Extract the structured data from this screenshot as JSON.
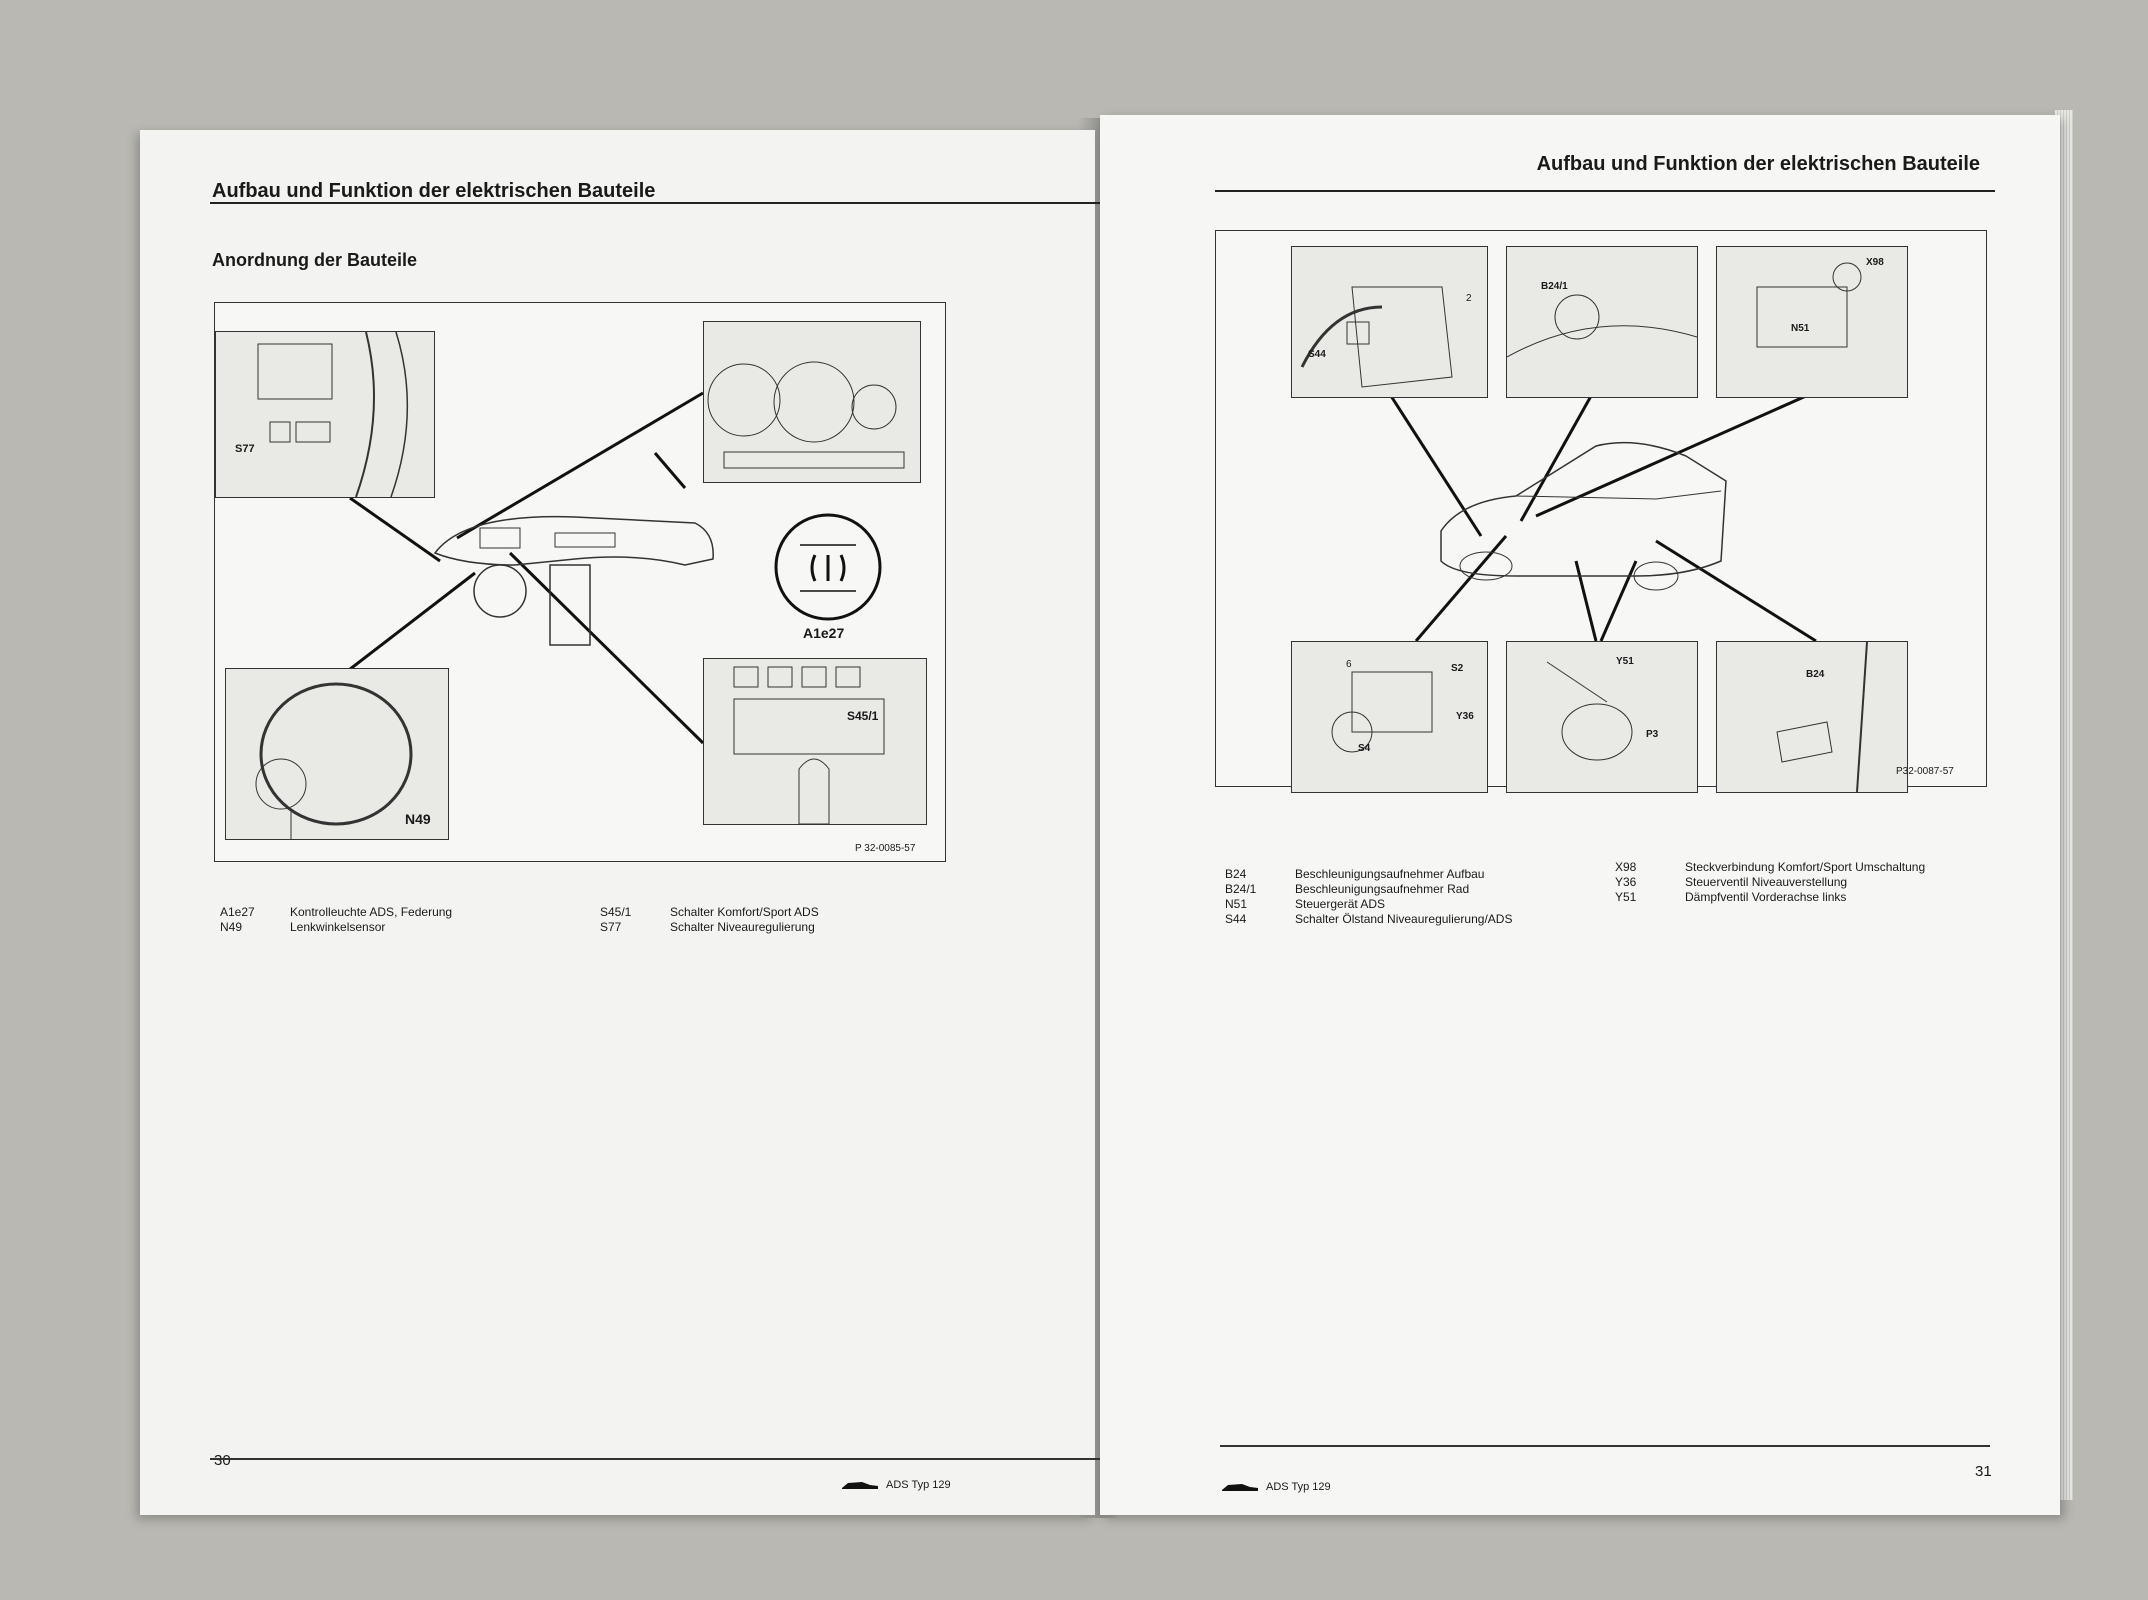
{
  "left_page": {
    "header_title": "Aufbau und Funktion der elektrischen Bauteile",
    "section_title": "Anordnung der Bauteile",
    "figure": {
      "callouts": [
        "S77",
        "A1e27",
        "S45/1",
        "N49"
      ],
      "figure_id": "P 32-0085-57"
    },
    "legend": [
      {
        "code": "A1e27",
        "desc": "Kontrolleuchte ADS, Federung"
      },
      {
        "code": "N49",
        "desc": "Lenkwinkelsensor"
      },
      {
        "code": "S45/1",
        "desc": "Schalter Komfort/Sport ADS"
      },
      {
        "code": "S77",
        "desc": "Schalter Niveauregulierung"
      }
    ],
    "page_number": "30",
    "footer_text": "ADS Typ 129"
  },
  "right_page": {
    "header_title": "Aufbau und Funktion der elektrischen Bauteile",
    "figure": {
      "callouts": [
        "S44",
        "2",
        "B24/1",
        "X98",
        "N51",
        "6",
        "S2",
        "Y36",
        "S4",
        "Y51",
        "P3",
        "B24"
      ],
      "figure_id": "P32-0087-57"
    },
    "legend": [
      {
        "code": "B24",
        "desc": "Beschleunigungsaufnehmer Aufbau"
      },
      {
        "code": "B24/1",
        "desc": "Beschleunigungsaufnehmer Rad"
      },
      {
        "code": "N51",
        "desc": "Steuergerät ADS"
      },
      {
        "code": "S44",
        "desc": "Schalter Ölstand Niveauregulierung/ADS"
      },
      {
        "code": "X98",
        "desc": "Steckverbindung Komfort/Sport Umschaltung"
      },
      {
        "code": "Y36",
        "desc": "Steuerventil Niveauverstellung"
      },
      {
        "code": "Y51",
        "desc": "Dämpfventil Vorderachse links"
      }
    ],
    "page_number": "31",
    "footer_text": "ADS Typ 129"
  },
  "icons": [
    "car-icon",
    "warning-lamp-icon"
  ]
}
